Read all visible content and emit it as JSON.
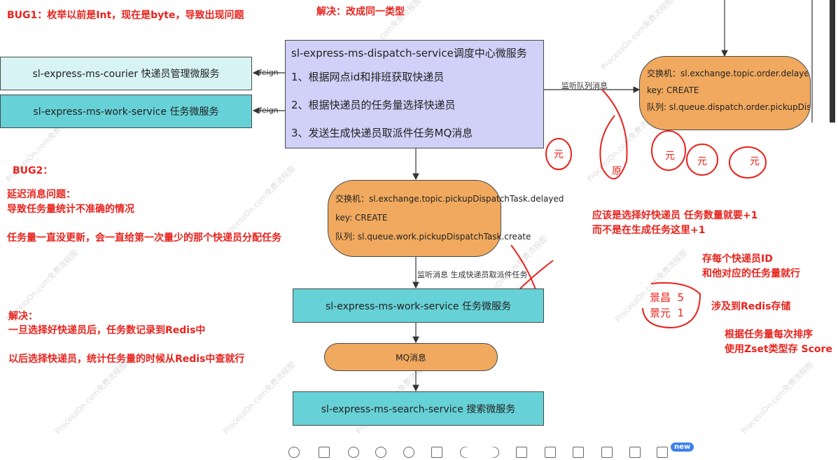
{
  "annotations": {
    "bug1": "BUG1：枚举以前是Int，现在是byte，导致出现问题",
    "fix1": "解决：改成同一类型",
    "bug2": "BUG2：",
    "delay_title": "延迟消息问题：",
    "delay_line1": "导致任务量统计不准确的情况",
    "delay_line2": "任务量一直没更新，会一直给第一次量少的那个快递员分配任务",
    "fix2_title": "解决：",
    "fix2_line1": "一旦选择好快递员后，任务数记录到Redis中",
    "fix2_line2": "以后选择快递员，统计任务量的时候从Redis中查就行",
    "should_line1": "应该是选择好快递员 任务数量就要+1",
    "should_line2": "而不是在生成任务这里+1",
    "store_line1": "存每个快递员ID",
    "store_line2": "和他对应的任务量就行",
    "redis": "涉及到Redis存储",
    "sort_line1": "根据任务量每次排序",
    "sort_line2": "使用Zset类型存 Score"
  },
  "nodes": {
    "courier": "sl-express-ms-courier  快递员管理微服务",
    "work_left": "sl-express-ms-work-service 任务微服务",
    "dispatch_title": "sl-express-ms-dispatch-service调度中心微服务",
    "dispatch_step1": "1、根据网点id和排班获取快递员",
    "dispatch_step2": "2、根据快递员的任务量选择快递员",
    "dispatch_step3": "3、发送生成快递员取派件任务MQ消息",
    "exchange_right_1": "交换机：sl.exchange.topic.order.delayed",
    "exchange_right_2": "key:  CREATE",
    "exchange_right_3": "队列:   sl.queue.dispatch.order.pickupDisp",
    "exchange_mid_1": "交换机：sl.exchange.topic.pickupDispatchTask.delayed",
    "exchange_mid_2": "key:  CREATE",
    "exchange_mid_3": "队列:   sl.queue.work.pickupDispatchTask.create",
    "work_main": "sl-express-ms-work-service 任务微服务",
    "mq": "MQ消息",
    "search": "sl-express-ms-search-service 搜索微服务"
  },
  "edges": {
    "feign1": "feign",
    "feign2": "feign",
    "listen_queue": "监听队列消息",
    "listen_generate": "监听消息 生成快递员取派件任务"
  },
  "handwriting": {
    "yuan1": "元",
    "yuan_orig": "原",
    "yuan2": "元",
    "yuan3": "元",
    "yuan4": "元",
    "jingchang": "景昌  5",
    "jingyuan": "景元  1"
  },
  "toolbar": {
    "new_badge": "new"
  },
  "watermark": "ProcessOn.com免费流程图"
}
